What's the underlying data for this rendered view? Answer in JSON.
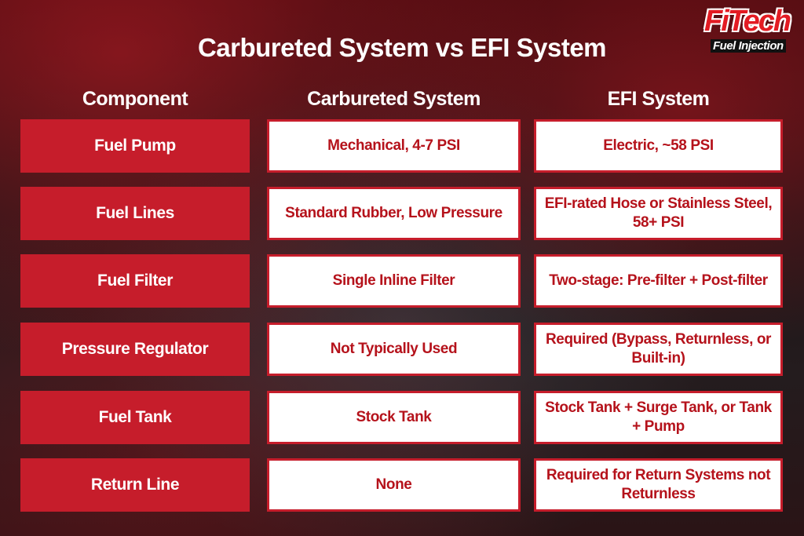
{
  "title": "Carbureted System vs EFI System",
  "logo": {
    "brand": "FiTech",
    "tagline": "Fuel Injection"
  },
  "headers": [
    "Component",
    "Carbureted System",
    "EFI System"
  ],
  "rows": [
    {
      "component": "Fuel Pump",
      "carbureted": "Mechanical, 4-7 PSI",
      "efi": "Electric, ~58 PSI"
    },
    {
      "component": "Fuel Lines",
      "carbureted": "Standard Rubber, Low Pressure",
      "efi": "EFI-rated Hose or Stainless Steel, 58+ PSI"
    },
    {
      "component": "Fuel Filter",
      "carbureted": "Single Inline Filter",
      "efi": "Two-stage: Pre-filter + Post-filter"
    },
    {
      "component": "Pressure Regulator",
      "carbureted": "Not Typically Used",
      "efi": "Required (Bypass, Returnless, or Built-in)"
    },
    {
      "component": "Fuel Tank",
      "carbureted": "Stock Tank",
      "efi": "Stock Tank + Surge Tank, or Tank + Pump"
    },
    {
      "component": "Return Line",
      "carbureted": "None",
      "efi": "Required for Return Systems not Returnless"
    }
  ],
  "colors": {
    "accent": "#c61d2b",
    "text_red": "#b5121b"
  }
}
